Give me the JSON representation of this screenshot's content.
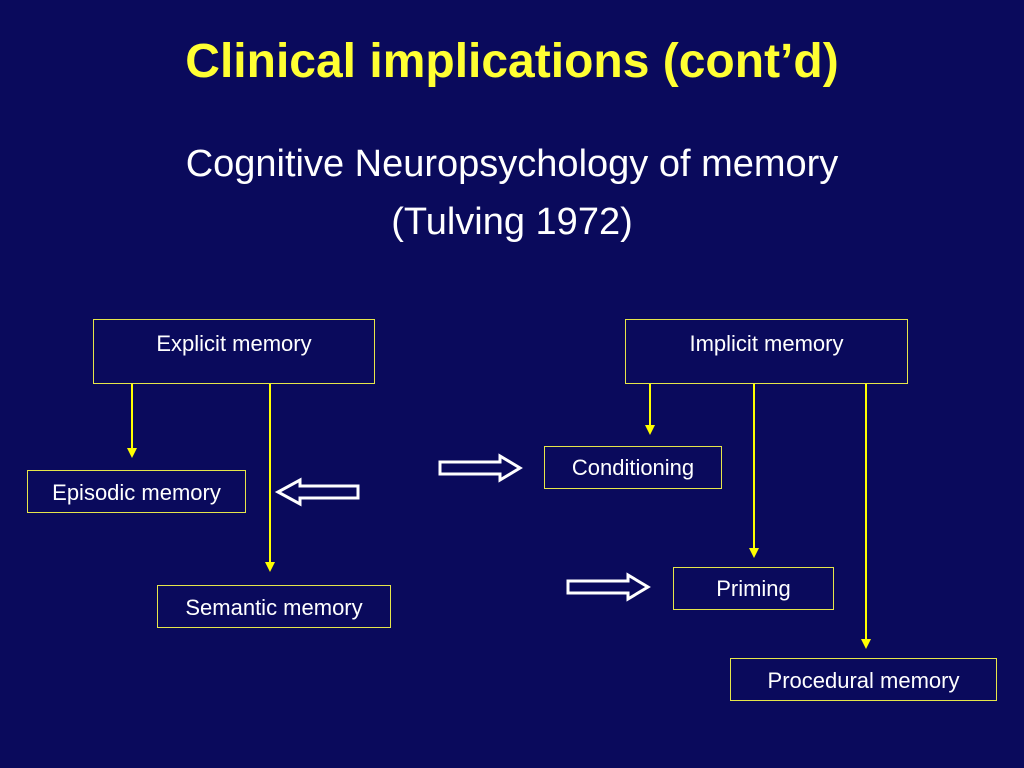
{
  "title": "Clinical implications (cont’d)",
  "subtitle_line1": "Cognitive Neuropsychology of memory",
  "subtitle_line2": "(Tulving 1972)",
  "nodes": {
    "explicit": "Explicit memory",
    "implicit": "Implicit memory",
    "episodic": "Episodic memory",
    "semantic": "Semantic memory",
    "conditioning": "Conditioning",
    "priming": "Priming",
    "procedural": "Procedural memory"
  },
  "edges": [
    {
      "from": "Explicit memory",
      "to": "Episodic memory"
    },
    {
      "from": "Explicit memory",
      "to": "Semantic memory"
    },
    {
      "from": "Implicit memory",
      "to": "Conditioning"
    },
    {
      "from": "Implicit memory",
      "to": "Priming"
    },
    {
      "from": "Implicit memory",
      "to": "Procedural memory"
    }
  ],
  "colors": {
    "background": "#0a0a5c",
    "title": "#ffff33",
    "text": "#ffffff",
    "connector": "#ffff00",
    "box_border": "#e6e64a"
  }
}
